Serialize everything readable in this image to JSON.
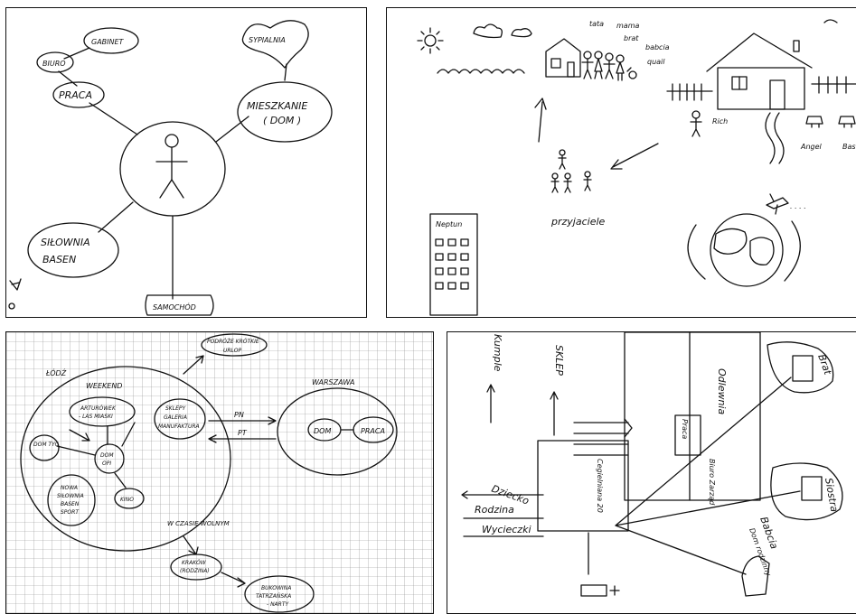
{
  "panel_a": {
    "labels": {
      "gabinet": "GABINET",
      "biuro": "BIURO",
      "praca": "PRACA",
      "sypialnia": "SYPIALNIA",
      "mieszkanie": "MIESZKANIE",
      "dom": "( DOM )",
      "silownia": "SIŁOWNIA",
      "basen": "BASEN",
      "samochod": "SAMOCHÓD"
    }
  },
  "panel_b": {
    "labels": {
      "tata": "tata",
      "mama": "mama",
      "brat": "brat",
      "babcia": "babcia",
      "quail": "quail",
      "rich": "Rich",
      "angel": "Angel",
      "bas": "Bas",
      "neptun": "Neptun",
      "przyjaciele": "przyjaciele"
    }
  },
  "panel_c": {
    "labels": {
      "lodz": "ŁÓDŹ",
      "weekend": "WEEKEND",
      "podroze_line1": "PODRÓŻE KRÓTKIE",
      "podroze_line2": "URLOP",
      "warszawa": "WARSZAWA",
      "dom_w": "DOM",
      "praca_w": "PRACA",
      "pn": "PN",
      "pt": "PT",
      "arturowek_line1": "ARTURÓWEK",
      "arturowek_line2": "- LAS MIASKI",
      "sklepy_line1": "SKLEPY",
      "sklepy_line2": "GALERIA",
      "sklepy_line3": "MANUFAKTURA",
      "dom_tyc": "DOM TYC",
      "dom_opi_line1": "DOM",
      "dom_opi_line2": "OPI",
      "kino": "KINO",
      "nowa_line1": "NOWA",
      "nowa_line2": "SIŁOWNIA",
      "nowa_line3": "BASEN",
      "nowa_line4": "SPORT",
      "w_czasie": "W CZASIE WOLNYM",
      "krakow_line1": "KRAKÓW",
      "krakow_line2": "(RODZINA)",
      "bukowina_line1": "BUKOWINA",
      "bukowina_line2": "TATRZAŃSKA",
      "bukowina_line3": "- NARTY"
    }
  },
  "panel_d": {
    "labels": {
      "kumple": "Kumple",
      "sklep": "SKLEP",
      "odlewnia": "Odlewnia",
      "praca": "Praca",
      "biuro_zarzad": "Biuro Zarząd",
      "cegielniana": "Cegielniana 20",
      "brat": "Brat",
      "siostra": "Siostra",
      "dziecko": "Dziecko",
      "rodzina": "Rodzina",
      "wycieczki": "Wycieczki",
      "babcia": "Babcia",
      "dom_rodzinny": "Dom rodzinny"
    }
  }
}
